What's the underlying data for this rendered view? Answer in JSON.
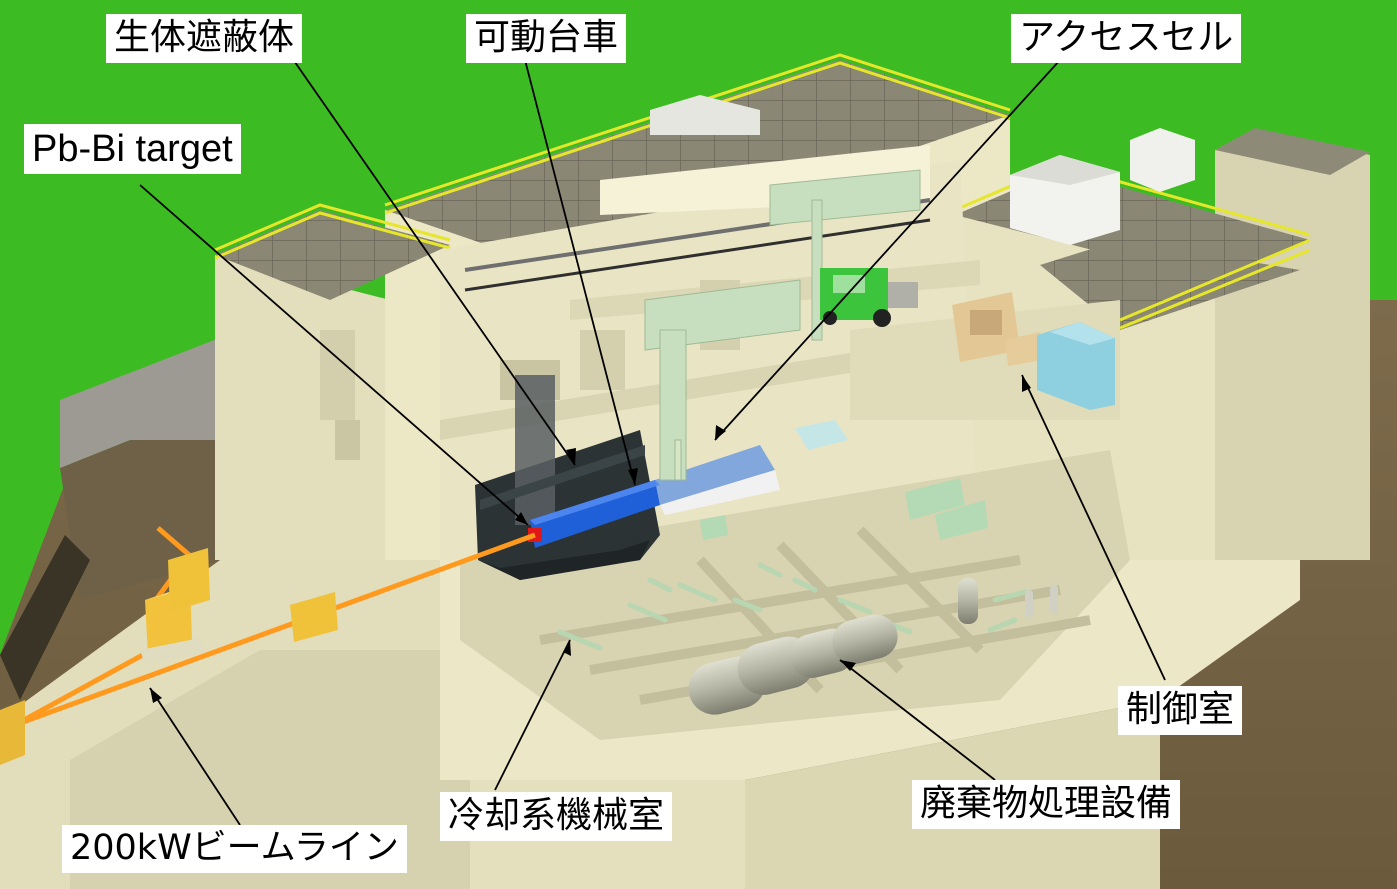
{
  "labels": {
    "bio_shield": "生体遮蔽体",
    "movable_cart": "可動台車",
    "access_cell": "アクセスセル",
    "target": "Pb-Bi target",
    "control_room": "制御室",
    "waste_facility": "廃棄物処理設備",
    "cooling_room": "冷却系機械室",
    "beamline": "200kWビームライン"
  },
  "colors": {
    "grass": "#3fbf22",
    "soil": "#7c6a4a",
    "wall": "#e9e4c2",
    "roof": "#8e8a78",
    "railing": "#e8e826",
    "shield": "#2c3436",
    "target_cart": "#1f5fd6",
    "beam_pipe": "#ff9a1e",
    "magnet": "#f0c23a",
    "equipment": "#b6dcb8",
    "tank": "#b8b8a8",
    "control_panel": "#e2c690",
    "truck": "#3cc43c"
  }
}
